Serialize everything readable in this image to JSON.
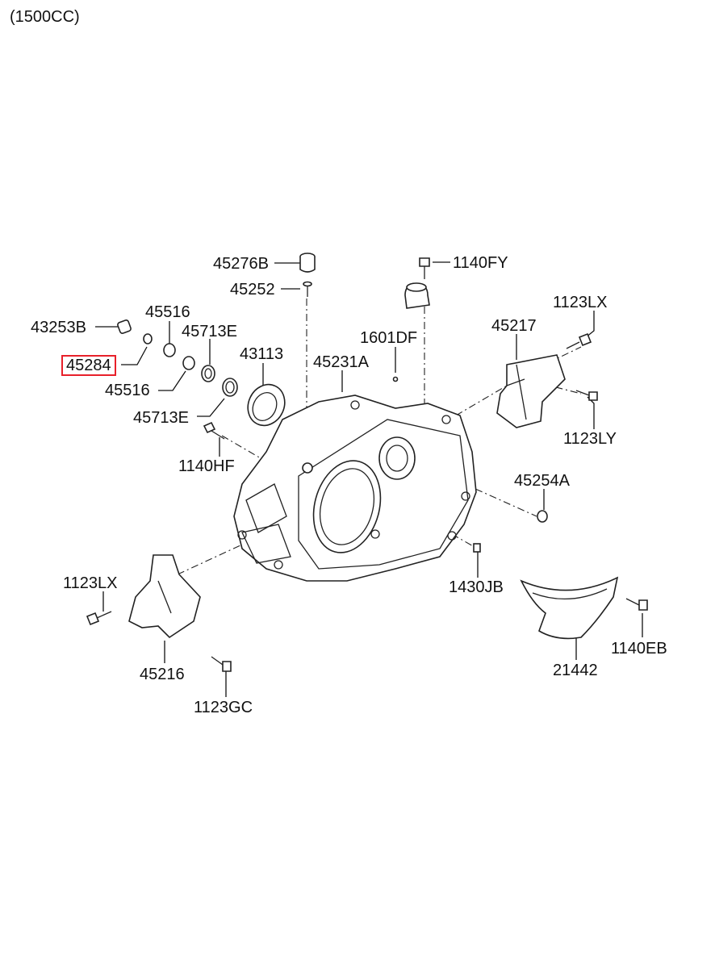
{
  "header": {
    "engine_note": "(1500CC)"
  },
  "highlight_color": "#e8202a",
  "parts": [
    {
      "id": "p45276b",
      "number": "45276B"
    },
    {
      "id": "p45252",
      "number": "45252"
    },
    {
      "id": "p1140fy",
      "number": "1140FY"
    },
    {
      "id": "p43253b",
      "number": "43253B"
    },
    {
      "id": "p45516a",
      "number": "45516"
    },
    {
      "id": "p45713ea",
      "number": "45713E"
    },
    {
      "id": "p45284",
      "number": "45284",
      "highlighted": true
    },
    {
      "id": "p45516b",
      "number": "45516"
    },
    {
      "id": "p43113",
      "number": "43113"
    },
    {
      "id": "p45231a",
      "number": "45231A"
    },
    {
      "id": "p1601df",
      "number": "1601DF"
    },
    {
      "id": "p45217",
      "number": "45217"
    },
    {
      "id": "p1123lxa",
      "number": "1123LX"
    },
    {
      "id": "p1123ly",
      "number": "1123LY"
    },
    {
      "id": "p45713eb",
      "number": "45713E"
    },
    {
      "id": "p1140hf",
      "number": "1140HF"
    },
    {
      "id": "p45254a",
      "number": "45254A"
    },
    {
      "id": "p1123lxb",
      "number": "1123LX"
    },
    {
      "id": "p1430jb",
      "number": "1430JB"
    },
    {
      "id": "p1140eb",
      "number": "1140EB"
    },
    {
      "id": "p45216",
      "number": "45216"
    },
    {
      "id": "p21442",
      "number": "21442"
    },
    {
      "id": "p1123gc",
      "number": "1123GC"
    }
  ]
}
